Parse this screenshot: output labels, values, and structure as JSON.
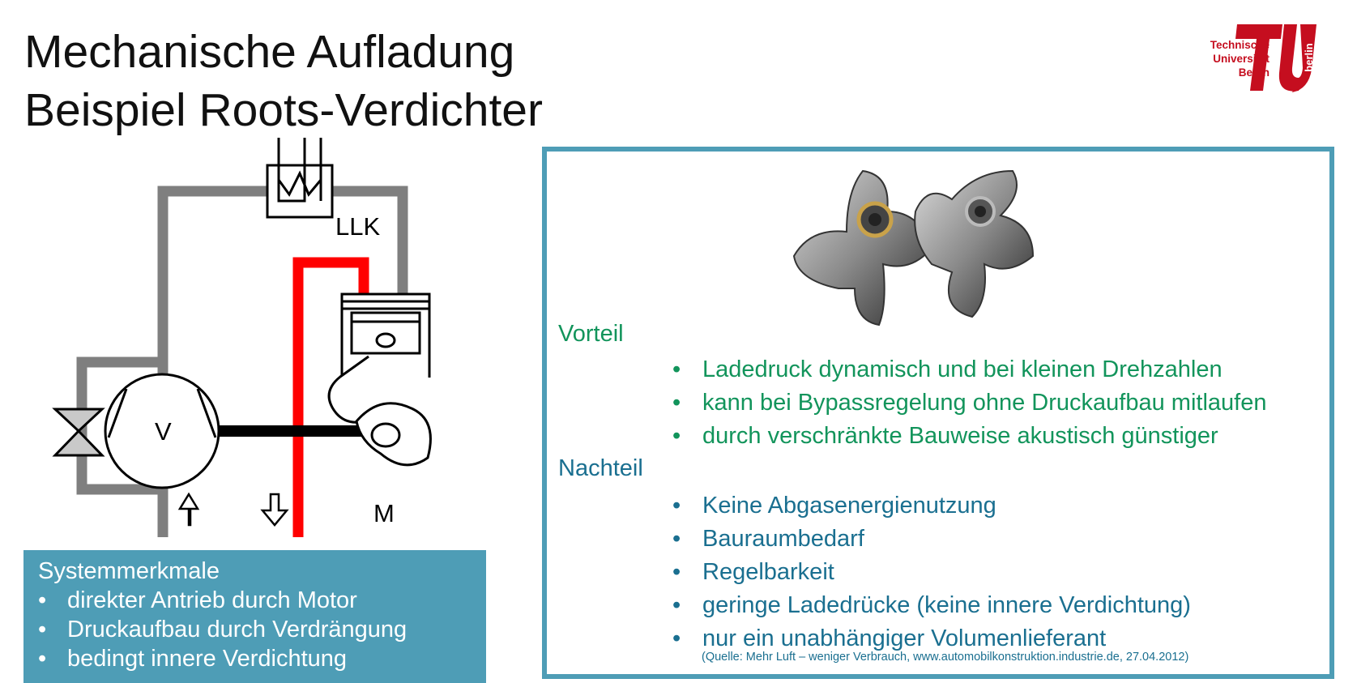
{
  "slide": {
    "title_line1": "Mechanische Aufladung",
    "title_line2": "Beispiel Roots-Verdichter"
  },
  "logo": {
    "line1": "Technische",
    "line2": "Universität",
    "line3": "Berlin",
    "vertical_text": "berlin",
    "color": "#c50e1f"
  },
  "diagram": {
    "label_llk": "LLK",
    "label_v": "V",
    "label_m": "M",
    "colors": {
      "pipe_air": "#7f7f7f",
      "pipe_exhaust": "#ff0000",
      "shaft": "#000000"
    }
  },
  "system": {
    "heading": "Systemmerkmale",
    "items": [
      "direkter Antrieb durch Motor",
      "Druckaufbau durch Verdrängung",
      "bedingt innere Verdichtung"
    ],
    "background": "#4e9db6"
  },
  "advantages": {
    "label": "Vorteil",
    "items": [
      "Ladedruck dynamisch und bei kleinen Drehzahlen",
      "kann bei Bypassregelung ohne Druckaufbau mitlaufen",
      "durch verschränkte Bauweise akustisch günstiger"
    ],
    "color": "#12945b"
  },
  "disadvantages": {
    "label": "Nachteil",
    "items": [
      "Keine Abgasenergienutzung",
      "Bauraumbedarf",
      "Regelbarkeit",
      "geringe Ladedrücke (keine innere Verdichtung)",
      "nur ein unabhängiger Volumenlieferant"
    ],
    "color": "#1a6f90"
  },
  "source": "(Quelle: Mehr Luft – weniger Verbrauch, www.automobilkonstruktion.industrie.de, 27.04.2012)"
}
